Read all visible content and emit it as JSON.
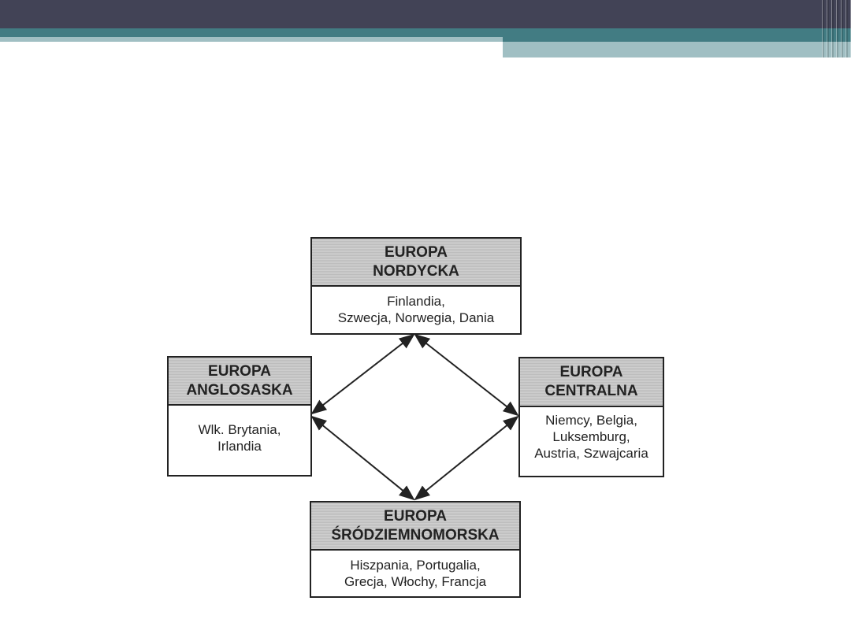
{
  "diagram": {
    "north": {
      "title": [
        "EUROPA",
        "NORDYCKA"
      ],
      "countries": [
        "Finlandia,",
        "Szwecja, Norwegia, Dania"
      ]
    },
    "west": {
      "title": [
        "EUROPA",
        "ANGLOSASKA"
      ],
      "countries": [
        "Wlk. Brytania,",
        "Irlandia"
      ]
    },
    "east": {
      "title": [
        "EUROPA",
        "CENTRALNA"
      ],
      "countries": [
        "Niemcy, Belgia,",
        "Luksemburg,",
        "Austria, Szwajcaria"
      ]
    },
    "south": {
      "title": [
        "EUROPA",
        "ŚRÓDZIEMNOMORSKA"
      ],
      "countries": [
        "Hiszpania, Portugalia,",
        "Grecja, Włochy, Francja"
      ]
    }
  }
}
